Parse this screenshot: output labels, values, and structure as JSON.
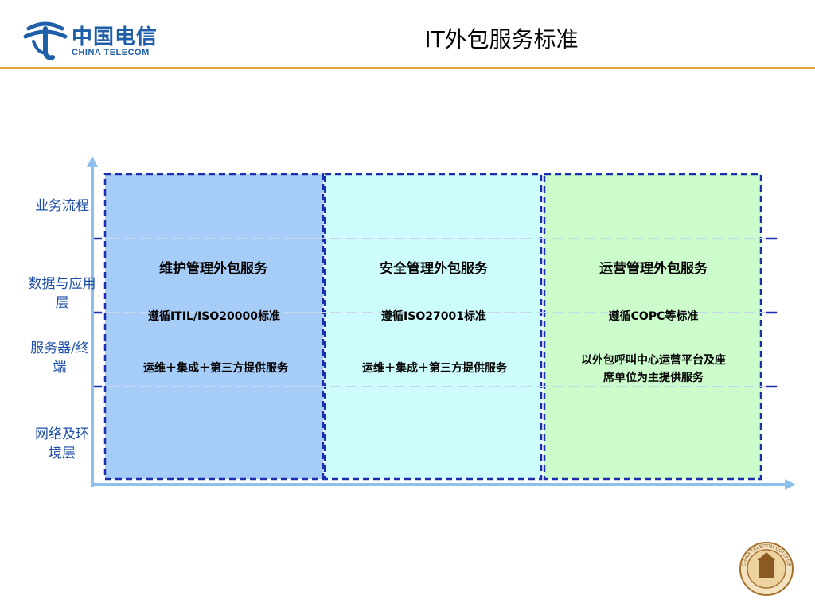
{
  "header": {
    "title": "IT外包服务标准",
    "logo_cn": "中国电信",
    "logo_en": "CHINA TELECOM"
  },
  "layers": [
    {
      "label": "业务流程"
    },
    {
      "label": "数据与应用层"
    },
    {
      "label": "服务器/终端"
    },
    {
      "label": "网络及环境层"
    }
  ],
  "panels": [
    {
      "title": "维护管理外包服务",
      "standard": "遵循ITIL/ISO20000标准",
      "description": "运维＋集成＋第三方提供服务",
      "fill": "#a6cdf8"
    },
    {
      "title": "安全管理外包服务",
      "standard": "遵循ISO27001标准",
      "description": "运维＋集成＋第三方提供服务",
      "fill": "#ccfcfc"
    },
    {
      "title": "运营管理外包服务",
      "standard": "遵循COPC等标准",
      "description": "以外包呼叫中心运营平台及座席单位为主提供服务",
      "fill": "#ccfccc"
    }
  ],
  "colors": {
    "accent_line": "#e8a33a",
    "axis": "#8dc0ec",
    "dash_border": "#1a2fb0",
    "label_text": "#1f4fa8"
  },
  "seal": {
    "text": "CHINA TELECOM COLLEGE"
  }
}
